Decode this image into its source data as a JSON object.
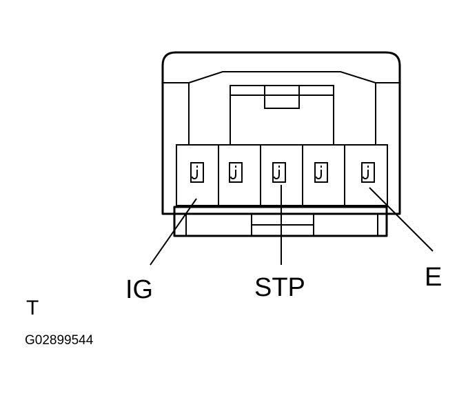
{
  "pin_labels": {
    "ig": "IG",
    "stp": "STP",
    "e": "E"
  },
  "view_indicator": "T",
  "figure_code": "G02899544",
  "colors": {
    "line": "#000000",
    "background": "#ffffff"
  }
}
